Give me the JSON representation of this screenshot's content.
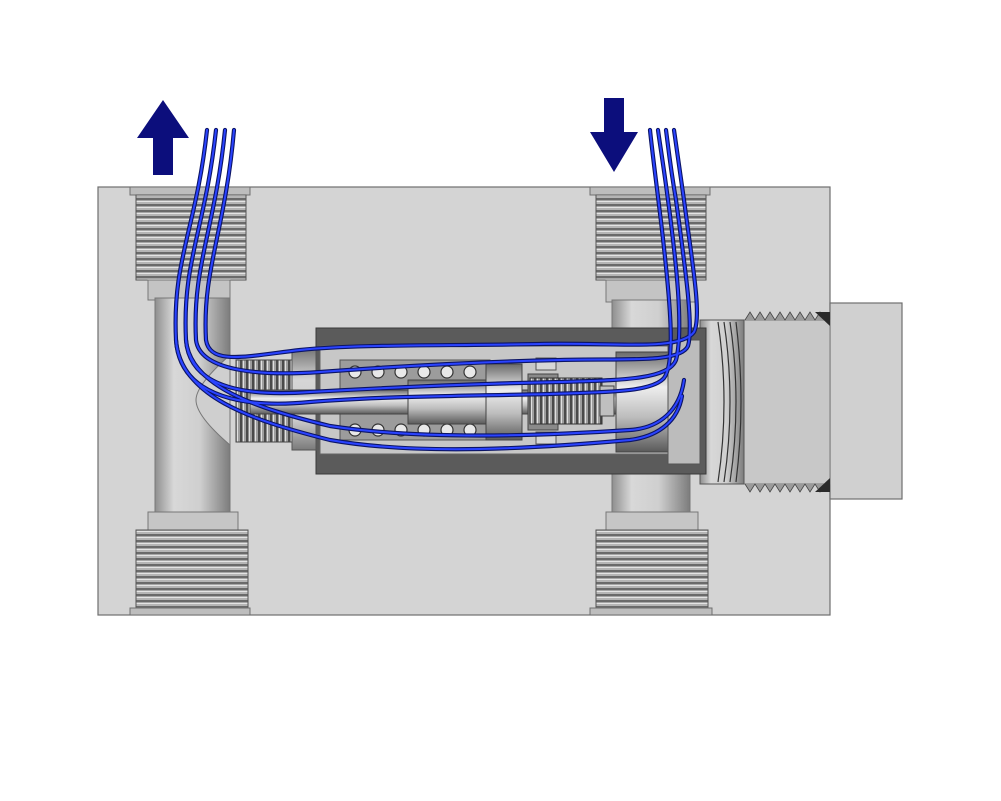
{
  "diagram": {
    "kind": "valve cross-section with flow lines",
    "colors": {
      "background": "#ffffff",
      "body": "#d4d4d4",
      "body_edge": "#6f6f6f",
      "cavity": "#bcbcbc",
      "cavity_dark": "#5e5e5e",
      "steel": "#a9a9a9",
      "steel_light": "#dcdcdc",
      "flow": "#1b2ed6",
      "flow_outline": "#0b1466",
      "arrow": "#0c0e7c"
    },
    "arrows": [
      {
        "name": "outflow-arrow",
        "direction": "up"
      },
      {
        "name": "inflow-arrow",
        "direction": "down"
      }
    ],
    "ports": [
      {
        "name": "port-top-left"
      },
      {
        "name": "port-top-right"
      },
      {
        "name": "port-bottom-left"
      },
      {
        "name": "port-bottom-right"
      },
      {
        "name": "port-side-right"
      }
    ],
    "flow_line_count": 4
  }
}
